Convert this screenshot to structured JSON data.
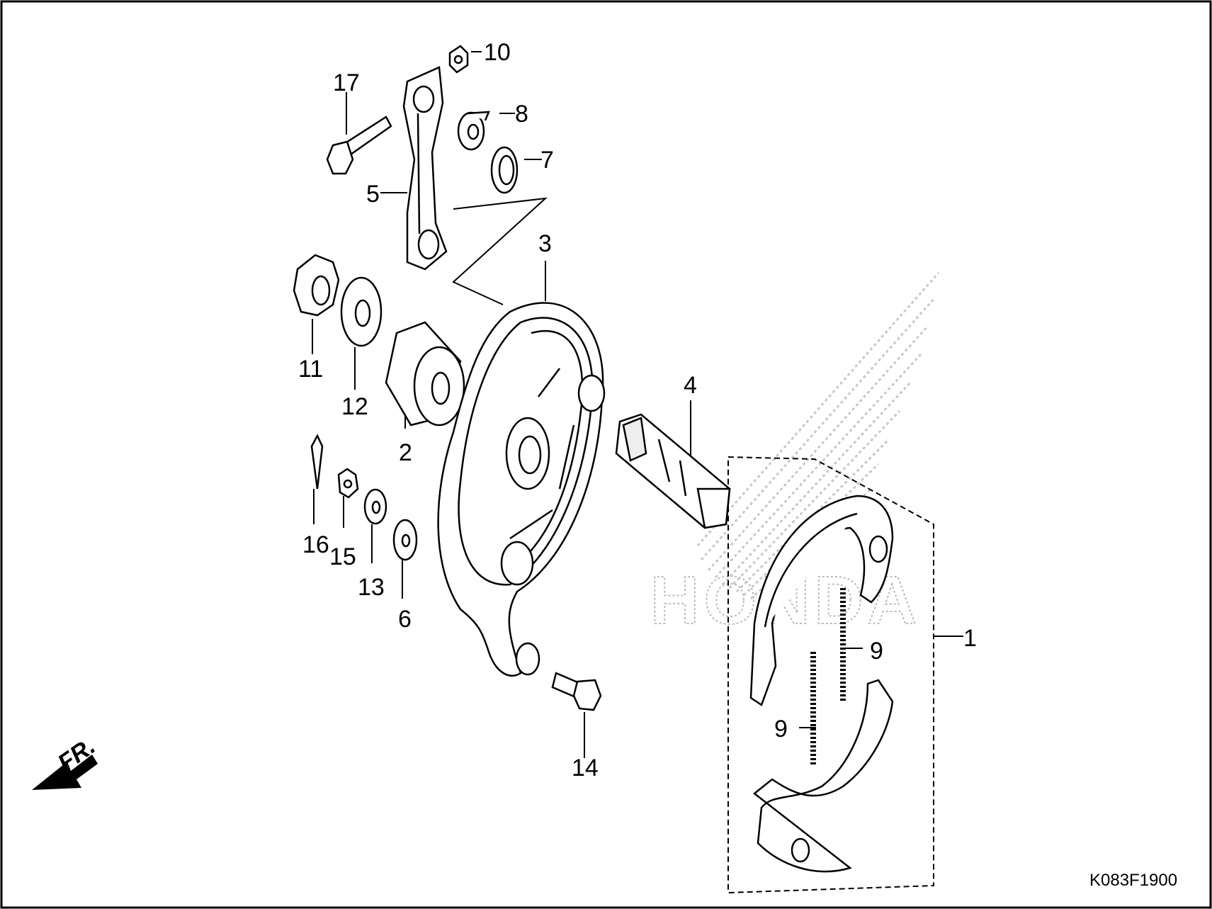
{
  "diagram": {
    "watermark": "HONDA",
    "drawing_code": "K083F1900",
    "direction_label": "FR.",
    "callouts": {
      "c1": "1",
      "c2": "2",
      "c3": "3",
      "c4": "4",
      "c5": "5",
      "c6": "6",
      "c7": "7",
      "c8": "8",
      "c9a": "9",
      "c9b": "9",
      "c10": "10",
      "c11": "11",
      "c12": "12",
      "c13": "13",
      "c14": "14",
      "c15": "15",
      "c16": "16",
      "c17": "17"
    }
  }
}
